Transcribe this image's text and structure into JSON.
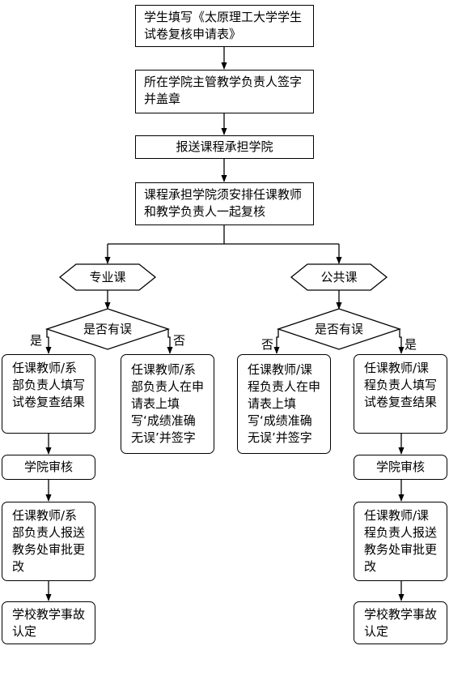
{
  "flow": {
    "step1": "学生填写《太原理工大学学生试卷复核申请表》",
    "step2": "所在学院主管教学负责人签字并盖章",
    "step3": "报送课程承担学院",
    "step4": "课程承担学院须安排任课教师和教学负责人一起复核"
  },
  "left": {
    "type_label": "专业课",
    "decision_label": "是否有误",
    "yes_label": "是",
    "no_label": "否",
    "fill_result": "任课教师/系部负责人填写试卷复查结果",
    "no_error": "任课教师/系部负责人在申请表上填写‘成绩准确无误’并签字",
    "college_review": "学院审核",
    "report": "任课教师/系部负责人报送教务处审批更改",
    "accident": "学校教学事故认定"
  },
  "right": {
    "type_label": "公共课",
    "decision_label": "是否有误",
    "yes_label": "是",
    "no_label": "否",
    "fill_result": "任课教师/课程负责人填写试卷复查结果",
    "no_error": "任课教师/课程负责人在申请表上填写‘成绩准确无误’并签字",
    "college_review": "学院审核",
    "report": "任课教师/课程负责人报送教务处审批更改",
    "accident": "学校教学事故认定"
  }
}
